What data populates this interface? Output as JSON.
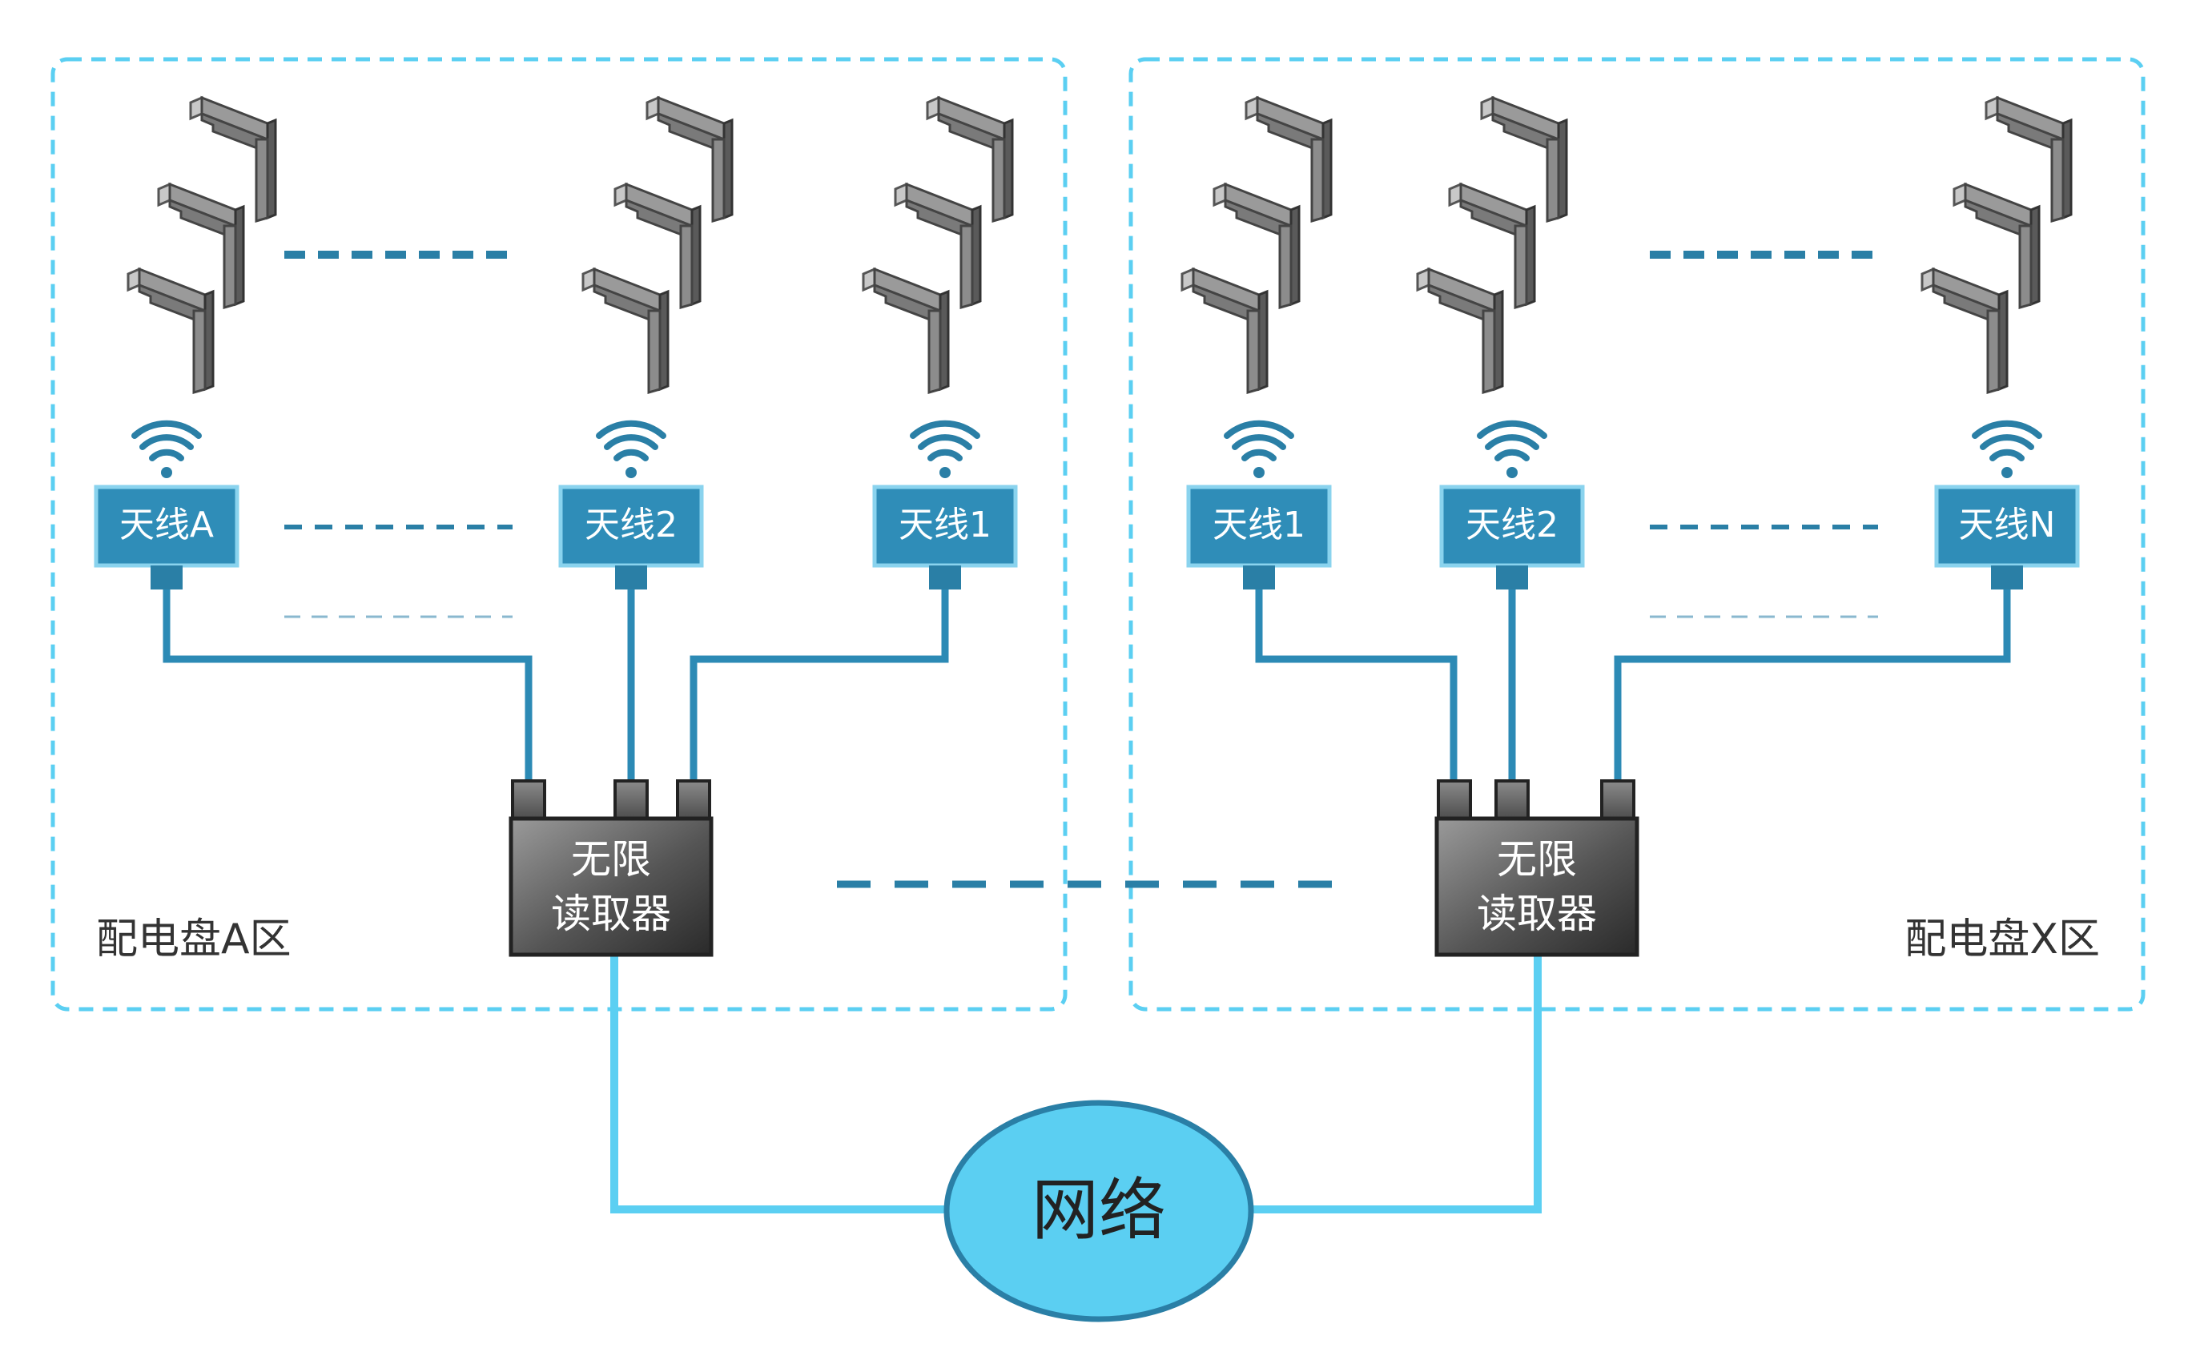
{
  "zones": [
    {
      "label": "配电盘A区",
      "antennas": [
        "天线A",
        "天线2",
        "天线1"
      ],
      "reader": [
        "无限",
        "读取器"
      ]
    },
    {
      "label": "配电盘X区",
      "antennas": [
        "天线1",
        "天线2",
        "天线N"
      ],
      "reader": [
        "无限",
        "读取器"
      ]
    }
  ],
  "network": {
    "label": "网络"
  },
  "colors": {
    "zone_border": "#5BCFF2",
    "antenna_box": "#2F8DB8",
    "antenna_box_border": "#8AD3EE",
    "antenna_connector": "#2A7FA6",
    "wire": "#2C8AB5",
    "reader_body": "#4D4D4D",
    "network_fill": "#5BCFF2",
    "network_link": "#5BCFF2",
    "ellipsis_dash": "#2A7FA6",
    "label_text": "#333333"
  },
  "icons": [
    "tag-icon",
    "wifi-icon"
  ]
}
